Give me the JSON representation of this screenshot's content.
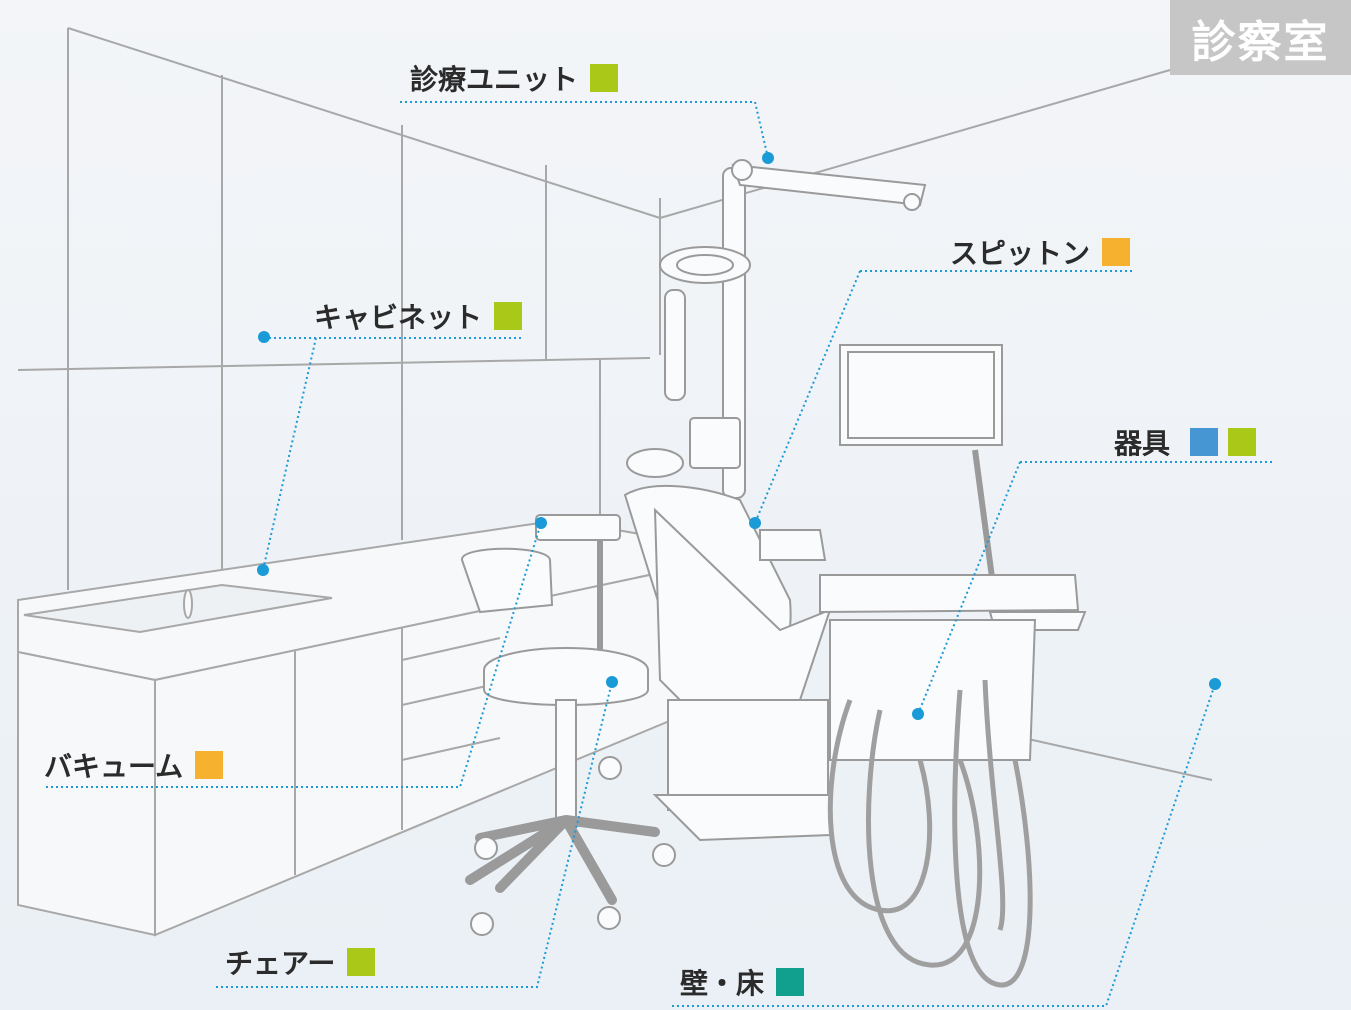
{
  "room_title": "診察室",
  "colors": {
    "green": "#a9c817",
    "orange": "#f6b22f",
    "blue": "#4596d2",
    "teal": "#12a08e",
    "callout": "#1a9ad6",
    "line_art": "#9a9a9a"
  },
  "callouts": [
    {
      "label": "診療ユニット",
      "swatches": [
        "green"
      ]
    },
    {
      "label": "スピットン",
      "swatches": [
        "orange"
      ]
    },
    {
      "label": "キャビネット",
      "swatches": [
        "green"
      ]
    },
    {
      "label": "器具",
      "swatches": [
        "blue",
        "green"
      ]
    },
    {
      "label": "バキューム",
      "swatches": [
        "orange"
      ]
    },
    {
      "label": "チェアー",
      "swatches": [
        "green"
      ]
    },
    {
      "label": "壁・床",
      "swatches": [
        "teal"
      ]
    }
  ]
}
